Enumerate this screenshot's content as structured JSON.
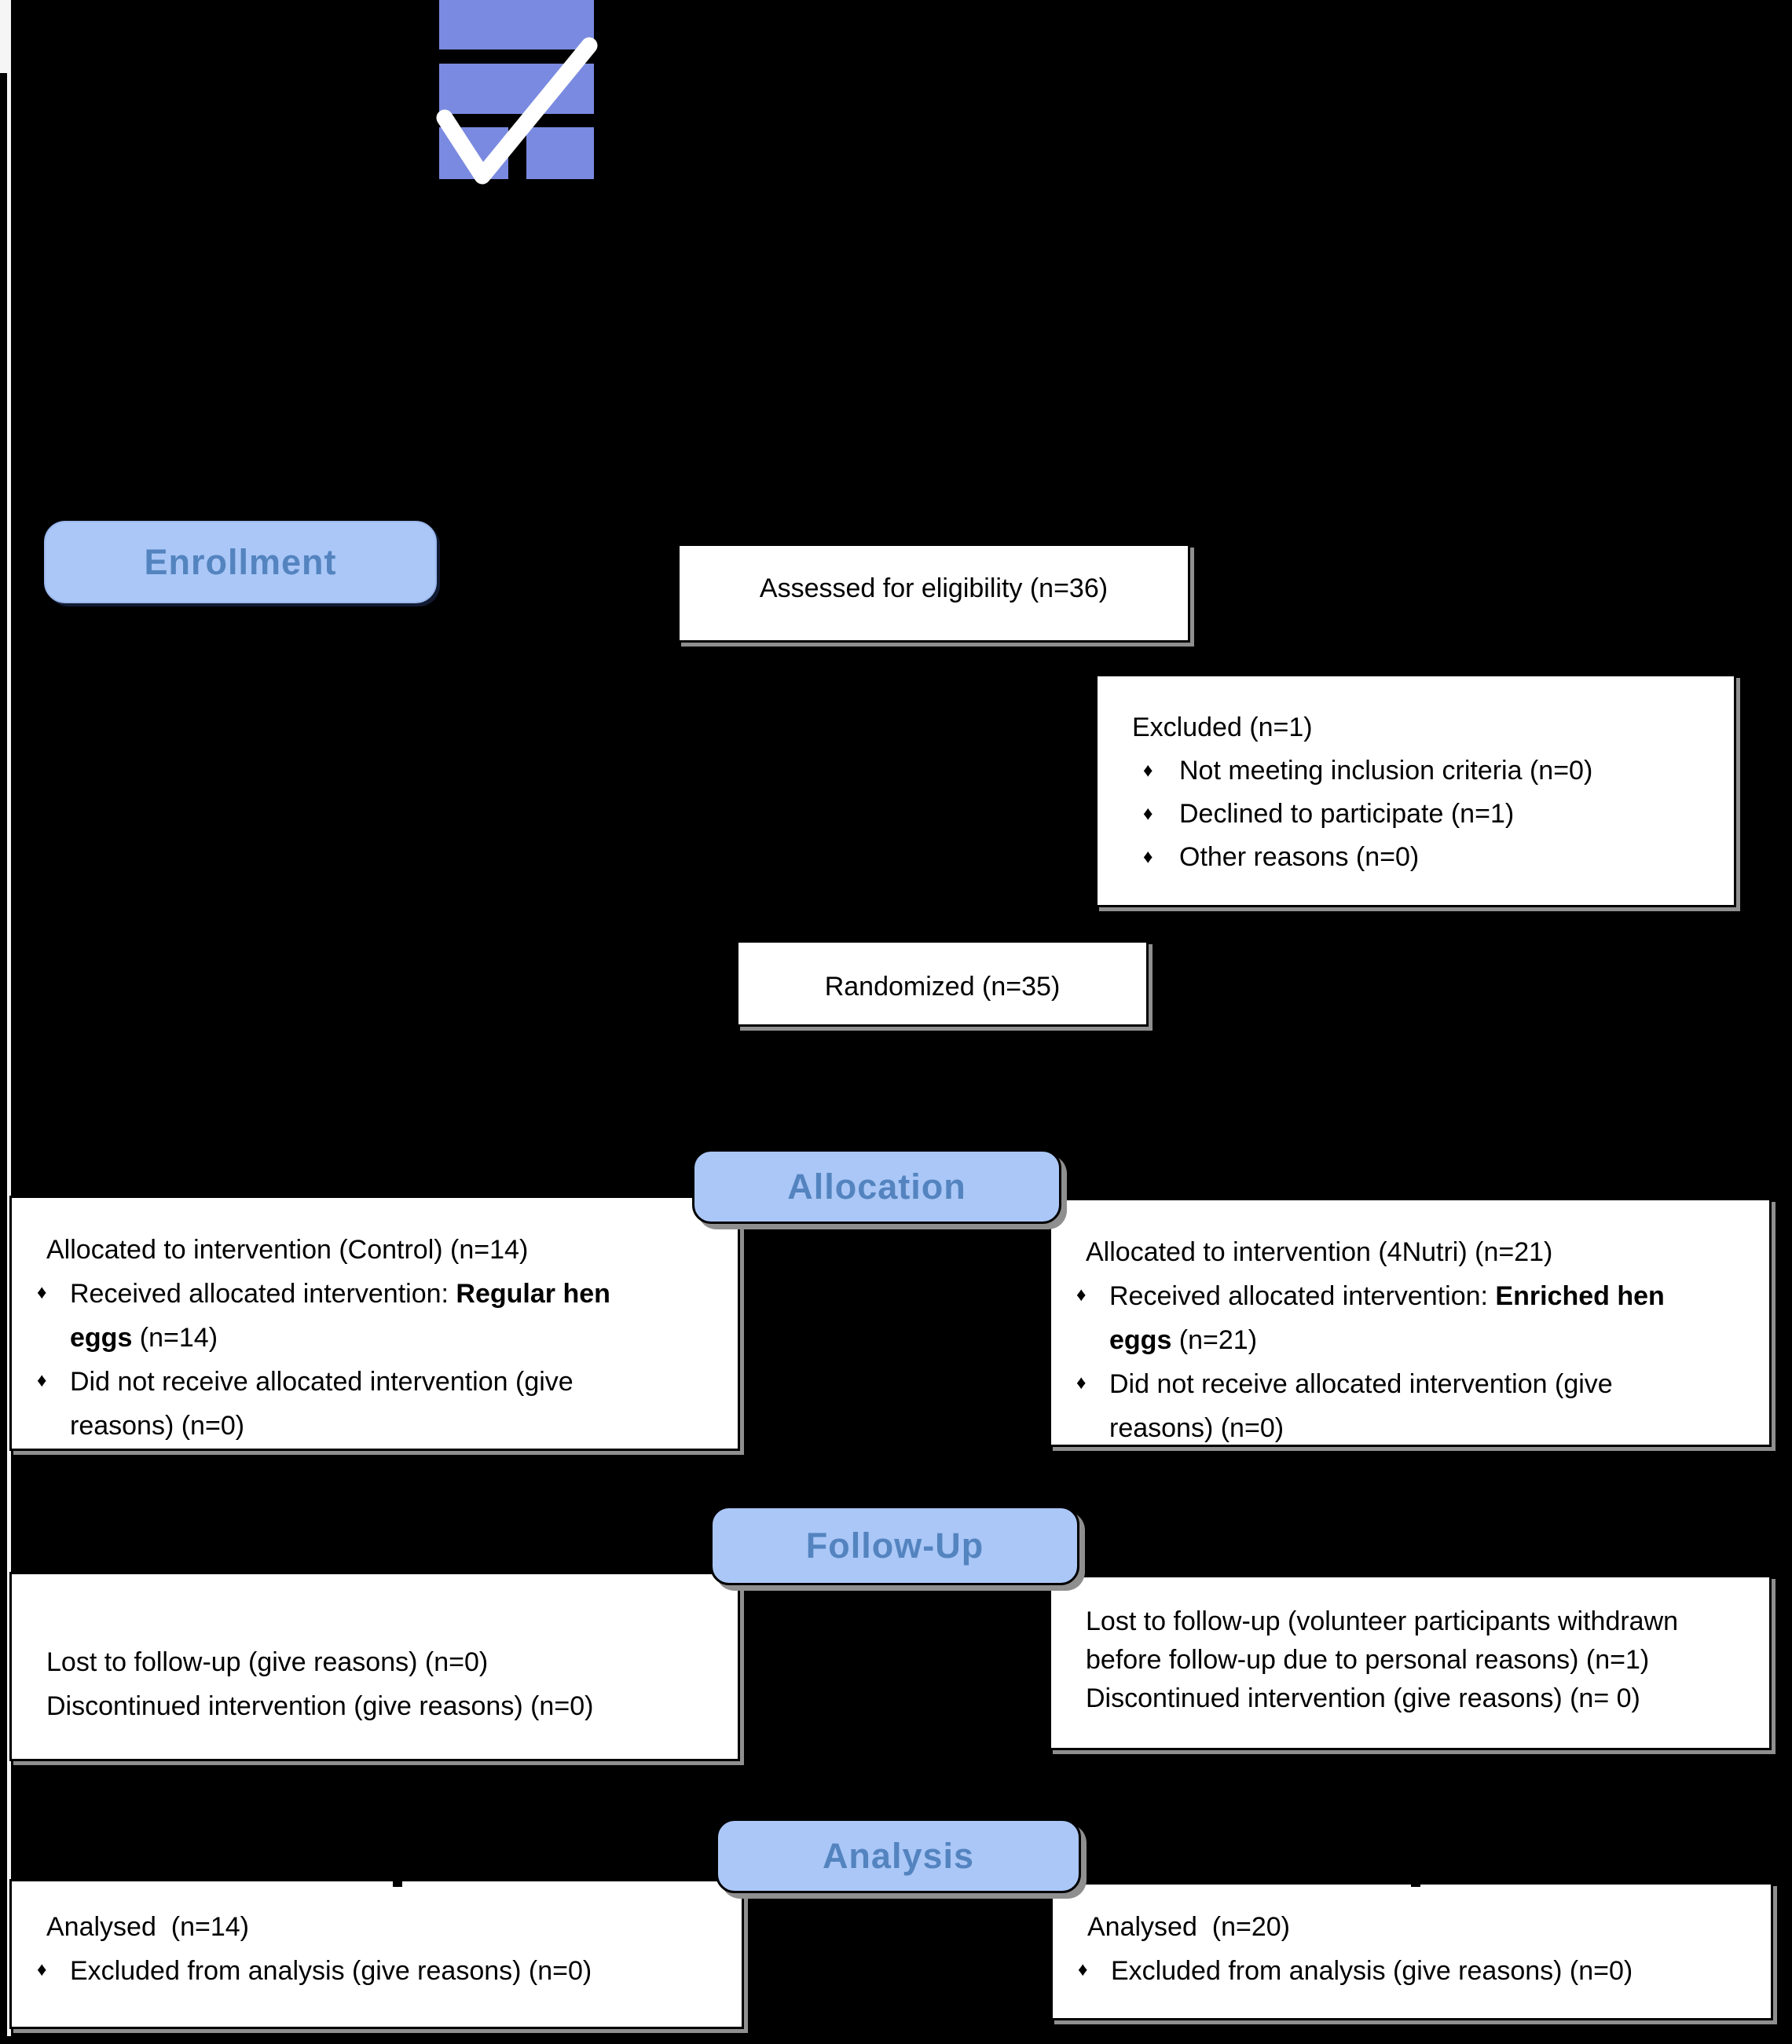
{
  "figure": {
    "bullet_char": "♦",
    "colors": {
      "background": "#000000",
      "logo_blue": "#7a8ae0",
      "band_fill": "#aac7f7",
      "band_text": "#5484bf",
      "box_bg": "#ffffff",
      "box_border": "#000000",
      "shadow_gray": "#8f8f8f"
    }
  },
  "stages": {
    "enrollment": {
      "label": "Enrollment"
    },
    "allocation": {
      "label": "Allocation"
    },
    "followup": {
      "label": "Follow-Up"
    },
    "analysis": {
      "label": "Analysis"
    }
  },
  "boxes": {
    "assessed": {
      "lines": [
        {
          "type": "plain",
          "seg": [
            {
              "t": "Assessed for eligibility (n=36)"
            }
          ]
        }
      ]
    },
    "excluded": {
      "lines": [
        {
          "type": "plain",
          "seg": [
            {
              "t": "Excluded (n=1)"
            }
          ]
        },
        {
          "type": "bullet",
          "seg": [
            {
              "t": "Not meeting inclusion criteria (n=0)"
            }
          ]
        },
        {
          "type": "bullet",
          "seg": [
            {
              "t": "Declined to participate (n=1)"
            }
          ]
        },
        {
          "type": "bullet",
          "seg": [
            {
              "t": "Other reasons (n=0)"
            }
          ]
        }
      ]
    },
    "randomized": {
      "lines": [
        {
          "type": "plain",
          "seg": [
            {
              "t": "Randomized (n=35)"
            }
          ]
        }
      ]
    },
    "alloc_left": {
      "lines": [
        {
          "type": "plain",
          "seg": [
            {
              "t": "Allocated to intervention (Control) (n=14)"
            }
          ]
        },
        {
          "type": "bullet",
          "seg": [
            {
              "t": "Received allocated intervention: "
            },
            {
              "t": "Regular hen",
              "b": true
            }
          ]
        },
        {
          "type": "cont",
          "seg": [
            {
              "t": "eggs",
              "b": true
            },
            {
              "t": " (n=14)"
            }
          ]
        },
        {
          "type": "bullet",
          "seg": [
            {
              "t": "Did not receive allocated intervention (give"
            }
          ]
        },
        {
          "type": "cont",
          "seg": [
            {
              "t": "reasons) (n=0)"
            }
          ]
        }
      ]
    },
    "alloc_right": {
      "lines": [
        {
          "type": "plain",
          "seg": [
            {
              "t": "Allocated to intervention (4Nutri) (n=21)"
            }
          ]
        },
        {
          "type": "bullet",
          "seg": [
            {
              "t": "Received allocated intervention: "
            },
            {
              "t": "Enriched hen",
              "b": true
            }
          ]
        },
        {
          "type": "cont",
          "seg": [
            {
              "t": "eggs",
              "b": true
            },
            {
              "t": " (n=21)"
            }
          ]
        },
        {
          "type": "bullet",
          "seg": [
            {
              "t": "Did not receive allocated intervention (give"
            }
          ]
        },
        {
          "type": "cont",
          "seg": [
            {
              "t": "reasons) (n=0)"
            }
          ]
        }
      ]
    },
    "fu_left": {
      "lines": [
        {
          "type": "plain",
          "seg": [
            {
              "t": "Lost to follow-up (give reasons) (n=0)"
            }
          ]
        },
        {
          "type": "plain",
          "seg": [
            {
              "t": "Discontinued intervention (give reasons) (n=0)"
            }
          ]
        }
      ]
    },
    "fu_right": {
      "lines": [
        {
          "type": "plain",
          "seg": [
            {
              "t": "Lost to follow-up (volunteer participants withdrawn"
            }
          ]
        },
        {
          "type": "plain",
          "seg": [
            {
              "t": "before follow-up due to personal reasons) (n=1)"
            }
          ]
        },
        {
          "type": "plain",
          "seg": [
            {
              "t": "Discontinued intervention (give reasons) (n= 0)"
            }
          ]
        }
      ]
    },
    "an_left": {
      "lines": [
        {
          "type": "plain",
          "seg": [
            {
              "t": "Analysed  (n=14)"
            }
          ]
        },
        {
          "type": "bullet",
          "seg": [
            {
              "t": "Excluded from analysis (give reasons) (n=0)"
            }
          ]
        }
      ]
    },
    "an_right": {
      "lines": [
        {
          "type": "plain",
          "seg": [
            {
              "t": "Analysed  (n=20)"
            }
          ]
        },
        {
          "type": "bullet",
          "seg": [
            {
              "t": "Excluded from analysis (give reasons) (n=0)"
            }
          ]
        }
      ]
    }
  }
}
